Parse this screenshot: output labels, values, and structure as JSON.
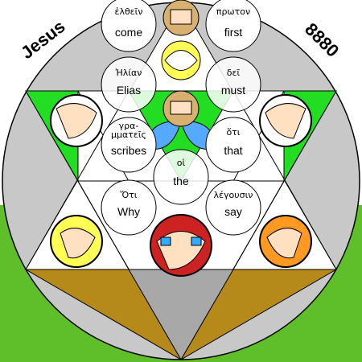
{
  "corners": {
    "left": "Jesus",
    "right": "8880"
  },
  "word_circles": [
    {
      "greek": "ἐλθεῖν",
      "english": "come"
    },
    {
      "greek": "πρωτον",
      "english": "first"
    },
    {
      "greek": "Ἠλίαν",
      "english": "Elias"
    },
    {
      "greek": "δεῖ",
      "english": "must"
    },
    {
      "greek": "γρα-",
      "greek2": "μματεῖς",
      "english": "scribes"
    },
    {
      "greek": "ὅτι",
      "english": "that"
    },
    {
      "greek": "οἱ",
      "english": "the"
    },
    {
      "greek": "Ὅτι",
      "english": "Why"
    },
    {
      "greek": "λέγουσιν",
      "english": "say"
    }
  ],
  "colors": {
    "sky": "#ffffff",
    "grass": "#5fbf2a",
    "ground": "#b58a1a",
    "disc": "#c8c8c8",
    "triangle_green": "#22dd22",
    "triangle_blue": "#55aaff",
    "face_red": "#cc2222",
    "face_yellow": "#ffff55",
    "face_orange": "#ff9922"
  }
}
